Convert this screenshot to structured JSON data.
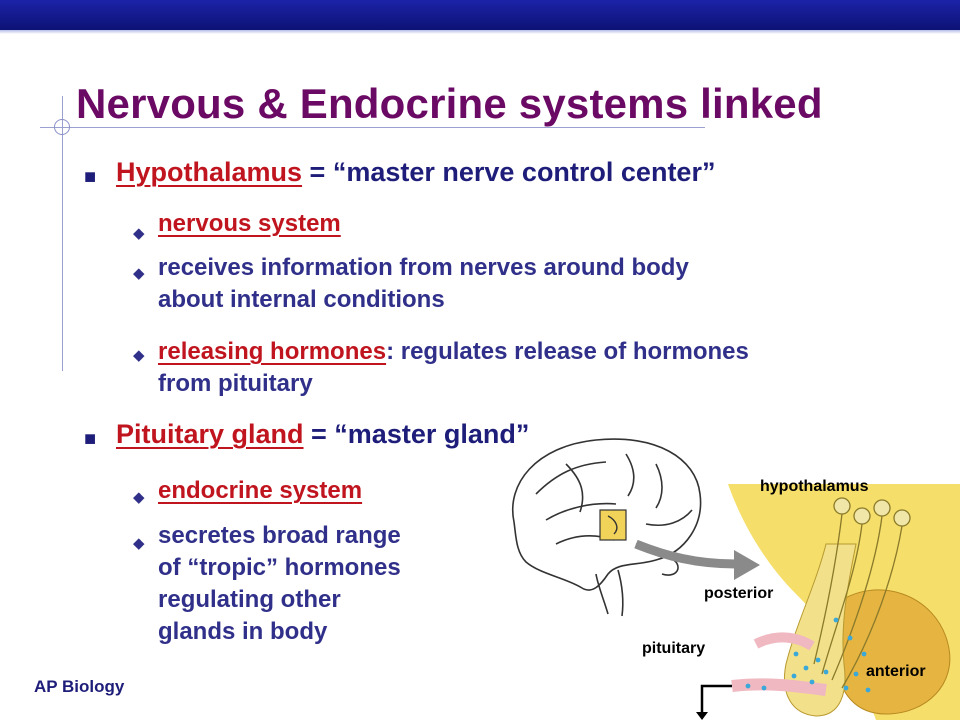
{
  "slide": {
    "title": "Nervous & Endocrine systems linked",
    "footer": "AP Biology",
    "bullet1": {
      "term": "Hypothalamus",
      "rest": " = “master nerve control center”",
      "sub1": "nervous system",
      "sub2_line1": "receives information from nerves around body",
      "sub2_line2": "about internal conditions",
      "sub3_term": "releasing hormones",
      "sub3_rest_line1": ": regulates release of hormones",
      "sub3_line2": "from pituitary"
    },
    "bullet2": {
      "term": "Pituitary gland",
      "rest": " = “master gland”",
      "sub1": "endocrine system",
      "sub2_line1": "secretes broad range",
      "sub2_line2": "of “tropic” hormones",
      "sub2_line3": "regulating other",
      "sub2_line4": "glands in body"
    },
    "figure_labels": {
      "hypothalamus": "hypothalamus",
      "posterior": "posterior",
      "pituitary": "pituitary",
      "anterior": "anterior"
    }
  },
  "icons": {
    "level1_bullet": "square-bullet",
    "level2_bullet": "diamond-bullet"
  },
  "colors": {
    "title": "#6b0a64",
    "text": "#1e1e7a",
    "term": "#c0141e",
    "header_bar": "#151a90"
  }
}
